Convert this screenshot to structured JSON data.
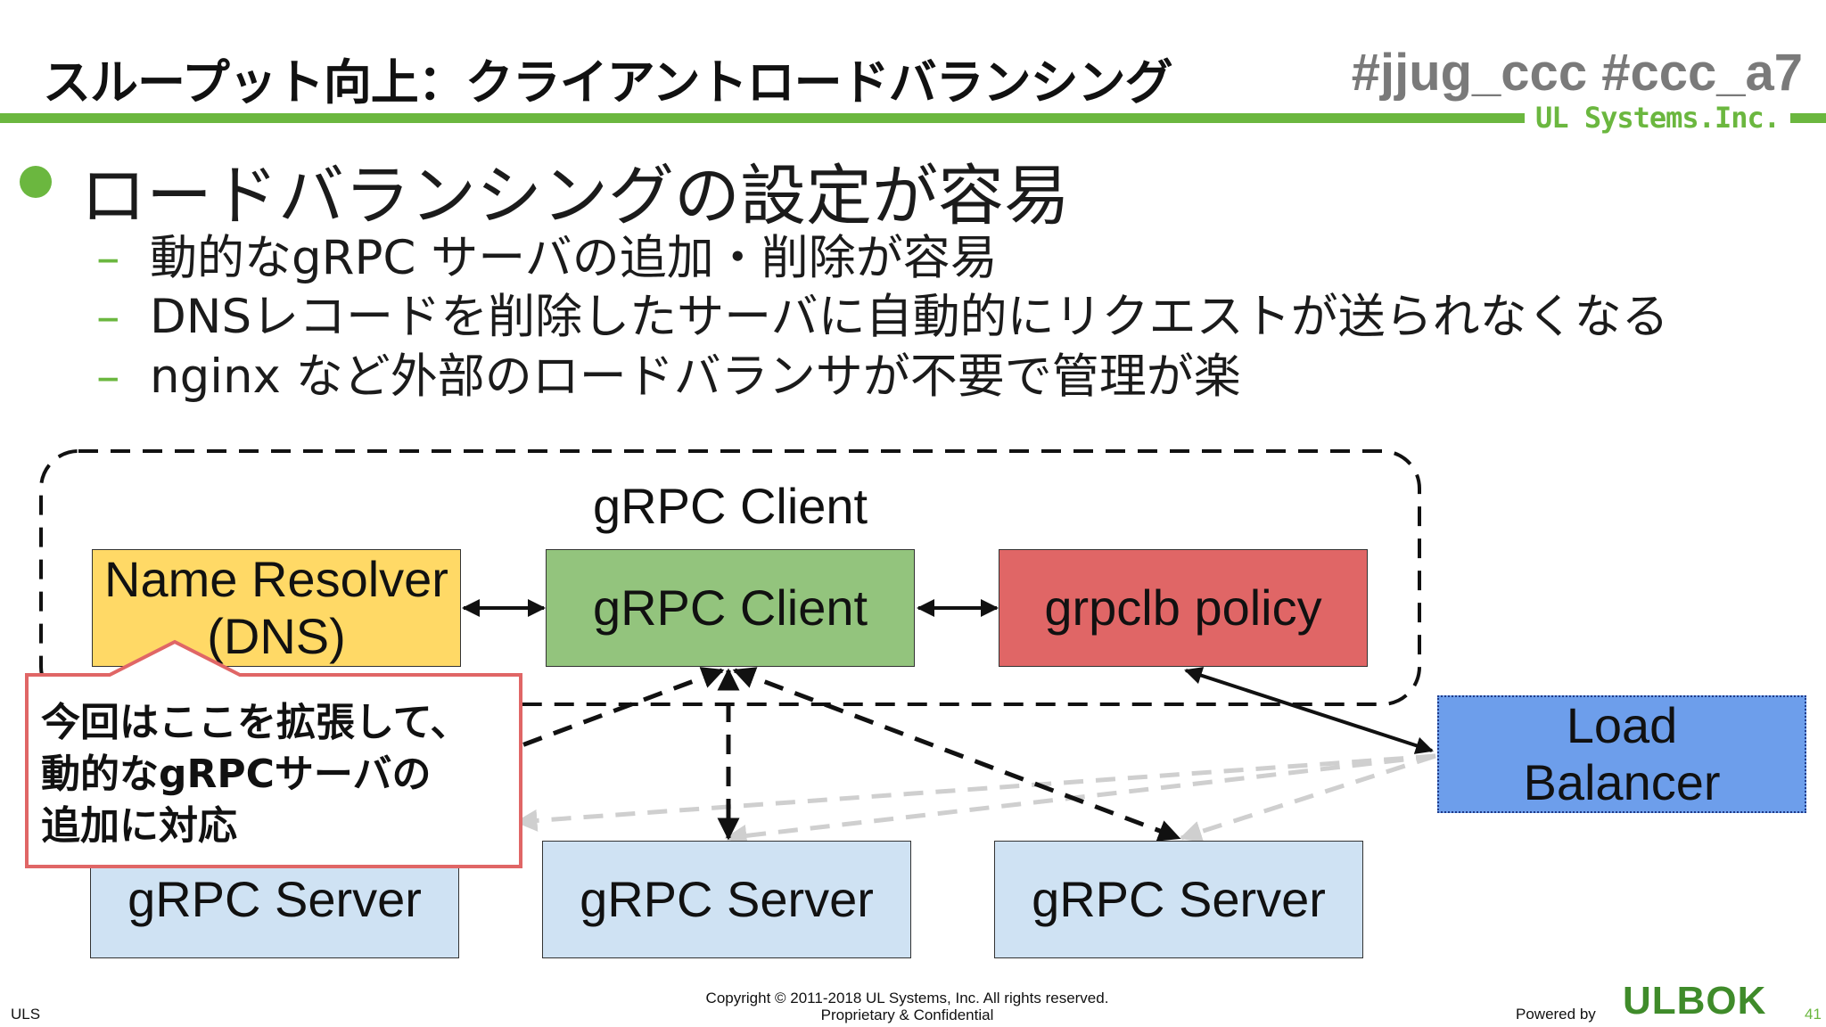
{
  "header": {
    "title": "スループット向上：クライアントロードバランシング",
    "hashtags": "#jjug_ccc #ccc_a7",
    "brand": "UL Systems.Inc."
  },
  "bullet": {
    "main": "ロードバランシングの設定が容易",
    "dash": "–",
    "subs": [
      "動的なgRPC サーバの追加・削除が容易",
      "DNSレコードを削除したサーバに自動的にリクエストが送られなくなる",
      "nginx など外部のロードバランサが不要で管理が楽"
    ]
  },
  "diagram": {
    "group_label": "gRPC Client",
    "name_resolver": [
      "Name Resolver",
      "(DNS)"
    ],
    "client": "gRPC Client",
    "policy": "grpclb policy",
    "load_balancer": [
      "Load",
      "Balancer"
    ],
    "server": "gRPC Server",
    "callout": [
      "今回はここを拡張して、",
      "動的なgRPCサーバの",
      "追加に対応"
    ]
  },
  "footer": {
    "left": "ULS",
    "copyright": "Copyright © 2011-2018 UL Systems, Inc.  All rights reserved.",
    "confidential": "Proprietary & Confidential",
    "powered": "Powered by",
    "logo": "ULBOK",
    "page": "41"
  },
  "colors": {
    "accent_green": "#6bb73f",
    "resolver_yellow": "#ffd966",
    "client_green": "#93c47d",
    "policy_red": "#e06666",
    "server_blue": "#cfe2f3",
    "lb_blue": "#6d9eeb",
    "callout_border": "#e06666"
  }
}
